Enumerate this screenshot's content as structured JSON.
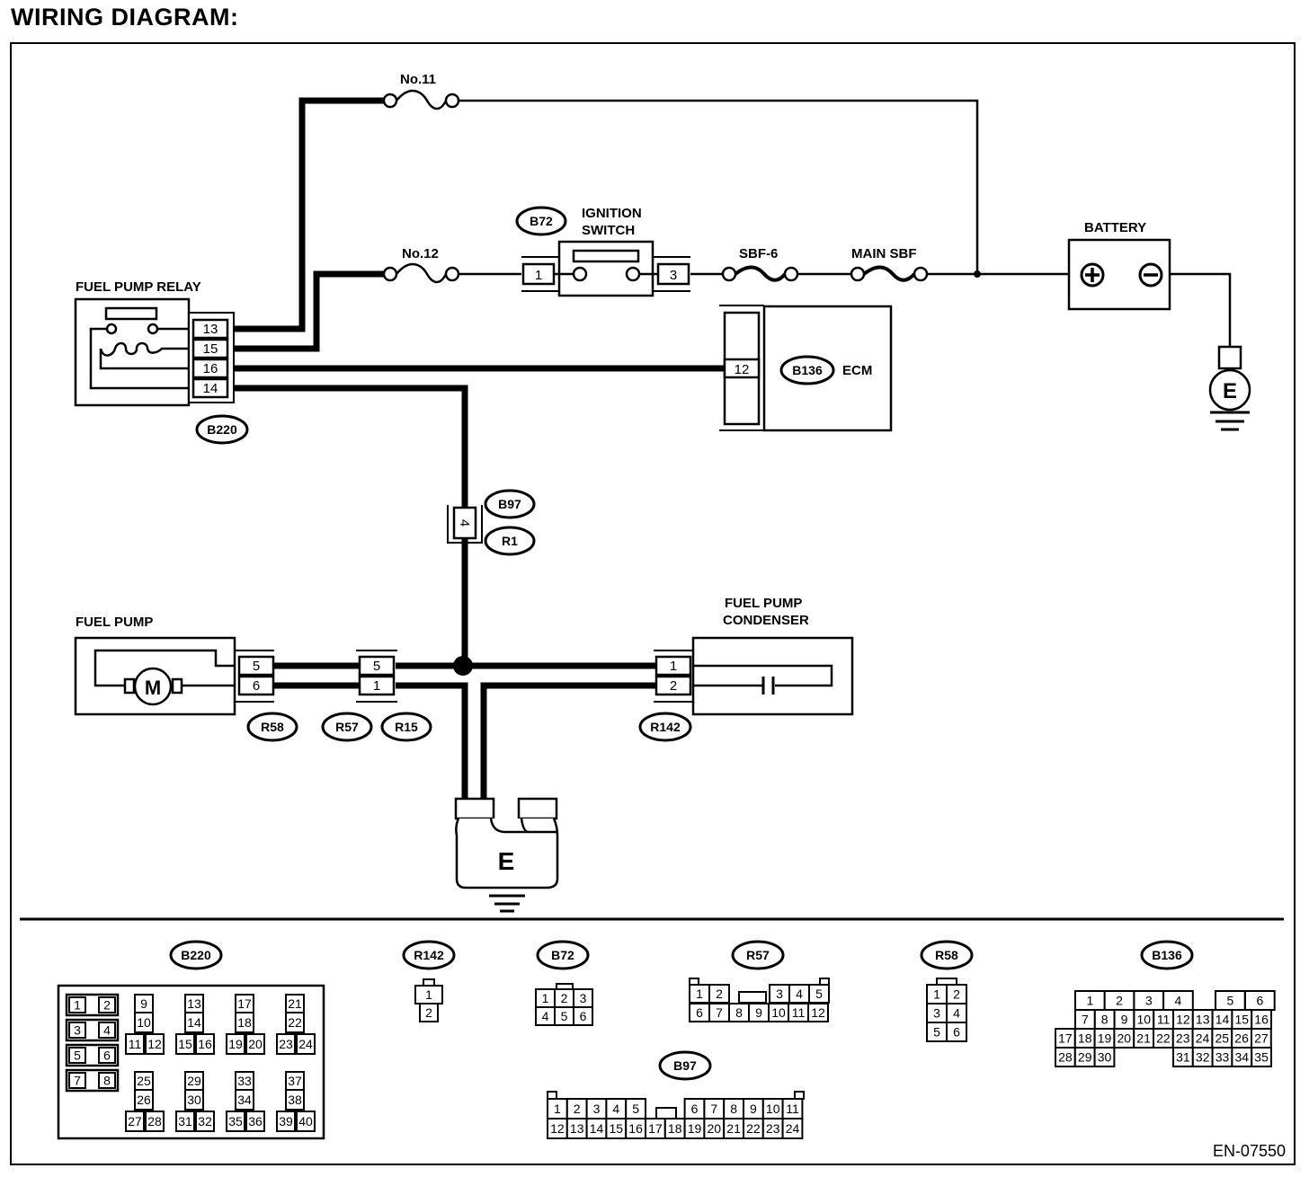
{
  "title": "WIRING DIAGRAM:",
  "figure_id": "EN-07550",
  "colors": {
    "line": "#000000",
    "background": "#ffffff"
  },
  "components": {
    "fuse_11": {
      "label": "No.11"
    },
    "fuse_12": {
      "label": "No.12"
    },
    "ignition_switch": {
      "label_line1": "IGNITION",
      "label_line2": "SWITCH",
      "connector": "B72",
      "pins": [
        "1",
        "3"
      ]
    },
    "sbf6": {
      "label": "SBF-6"
    },
    "main_sbf": {
      "label": "MAIN SBF"
    },
    "battery": {
      "label": "BATTERY",
      "plus": "+",
      "minus": "−"
    },
    "ground_battery": {
      "label": "E"
    },
    "fuel_pump_relay": {
      "label": "FUEL PUMP RELAY",
      "connector": "B220",
      "pins": [
        "13",
        "15",
        "16",
        "14"
      ]
    },
    "ecm": {
      "label": "ECM",
      "connector": "B136",
      "pin": "12"
    },
    "joint_b97_r1": {
      "pin": "4",
      "connectors": [
        "B97",
        "R1"
      ]
    },
    "fuel_pump": {
      "label": "FUEL PUMP",
      "motor": "M",
      "connector": "R58",
      "pins": [
        "5",
        "6"
      ]
    },
    "joint_r57_r15": {
      "pins": [
        "5",
        "1"
      ],
      "connectors": [
        "R57",
        "R15"
      ]
    },
    "fuel_pump_condenser": {
      "label_line1": "FUEL PUMP",
      "label_line2": "CONDENSER",
      "connector": "R142",
      "pins": [
        "1",
        "2"
      ]
    },
    "ground_main": {
      "label": "E"
    }
  },
  "connector_views": {
    "B220": {
      "name": "B220",
      "pairs": [
        [
          "1",
          "2"
        ],
        [
          "3",
          "4"
        ],
        [
          "5",
          "6"
        ],
        [
          "7",
          "8"
        ]
      ],
      "groups": [
        [
          "9",
          "10",
          "11",
          "12"
        ],
        [
          "13",
          "14",
          "15",
          "16"
        ],
        [
          "17",
          "18",
          "19",
          "20"
        ],
        [
          "21",
          "22",
          "23",
          "24"
        ],
        [
          "25",
          "26",
          "27",
          "28"
        ],
        [
          "29",
          "30",
          "31",
          "32"
        ],
        [
          "33",
          "34",
          "35",
          "36"
        ],
        [
          "37",
          "38",
          "39",
          "40"
        ]
      ]
    },
    "R142": {
      "name": "R142",
      "pins": [
        "1",
        "2"
      ]
    },
    "B72": {
      "name": "B72",
      "rows": [
        [
          "1",
          "2",
          "3"
        ],
        [
          "4",
          "5",
          "6"
        ]
      ]
    },
    "R57": {
      "name": "R57",
      "rows": [
        [
          "1",
          "2",
          "",
          "",
          "3",
          "4",
          "5"
        ],
        [
          "6",
          "7",
          "8",
          "9",
          "10",
          "11",
          "12"
        ]
      ]
    },
    "R58": {
      "name": "R58",
      "rows": [
        [
          "1",
          "2"
        ],
        [
          "3",
          "4"
        ],
        [
          "5",
          "6"
        ]
      ]
    },
    "B97": {
      "name": "B97",
      "rows": [
        [
          "1",
          "2",
          "3",
          "4",
          "5",
          "",
          "",
          "6",
          "7",
          "8",
          "9",
          "10",
          "11"
        ],
        [
          "12",
          "13",
          "14",
          "15",
          "16",
          "17",
          "18",
          "19",
          "20",
          "21",
          "22",
          "23",
          "24"
        ]
      ]
    },
    "B136": {
      "name": "B136",
      "row1": [
        "1",
        "2",
        "3",
        "4",
        "5",
        "6"
      ],
      "row2": [
        "7",
        "8",
        "9",
        "10",
        "11",
        "12",
        "13",
        "14",
        "15",
        "16"
      ],
      "row3": [
        "17",
        "18",
        "19",
        "20",
        "21",
        "22",
        "23",
        "24",
        "25",
        "26",
        "27"
      ],
      "row4a": [
        "28",
        "29",
        "30"
      ],
      "row4b": [
        "31",
        "32",
        "33",
        "34",
        "35"
      ]
    }
  }
}
